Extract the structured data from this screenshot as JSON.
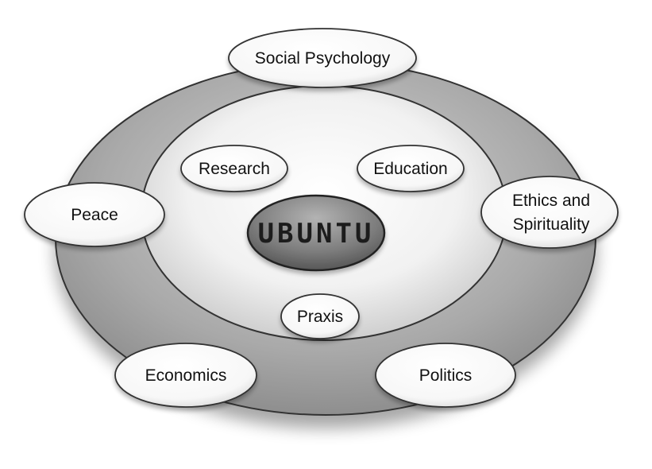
{
  "diagram": {
    "center": {
      "label": "UBUNTU"
    },
    "inner_nodes": [
      {
        "id": "research",
        "label": "Research"
      },
      {
        "id": "education",
        "label": "Education"
      },
      {
        "id": "praxis",
        "label": "Praxis"
      }
    ],
    "outer_nodes": [
      {
        "id": "social-psychology",
        "label": "Social Psychology"
      },
      {
        "id": "peace",
        "label": "Peace"
      },
      {
        "id": "ethics-spirituality",
        "lines": [
          "Ethics and",
          "Spirituality"
        ]
      },
      {
        "id": "economics",
        "label": "Economics"
      },
      {
        "id": "politics",
        "label": "Politics"
      }
    ],
    "colors": {
      "outer_ring": "#a8a8a8",
      "inner_disc": "#ececec",
      "center_ellipse": "#7a7a7a",
      "node_fill": "#ffffff",
      "outline": "#333333"
    }
  }
}
